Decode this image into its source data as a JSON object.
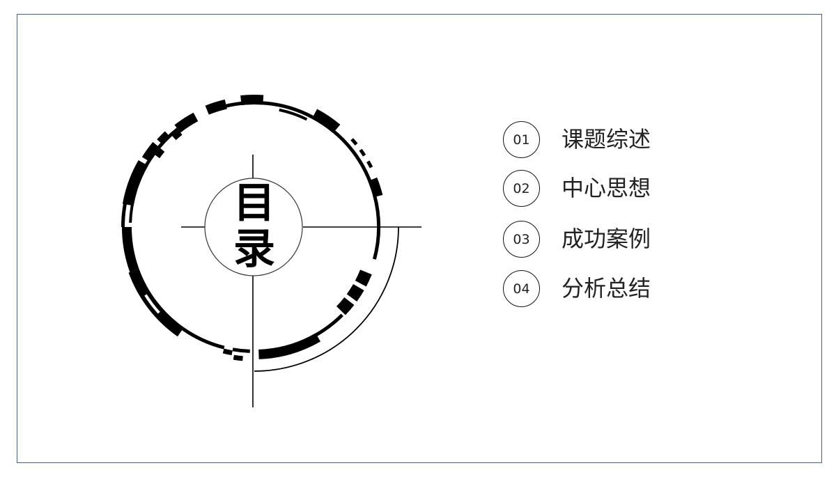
{
  "slide": {
    "title_chars": [
      "目",
      "录"
    ],
    "toc": [
      {
        "number": "01",
        "label": "课题综述"
      },
      {
        "number": "02",
        "label": "中心思想"
      },
      {
        "number": "03",
        "label": "成功案例"
      },
      {
        "number": "04",
        "label": "分析总结"
      }
    ],
    "colors": {
      "frame_border": "#44608a",
      "ink": "#000000",
      "text": "#222222",
      "background": "#ffffff"
    }
  }
}
